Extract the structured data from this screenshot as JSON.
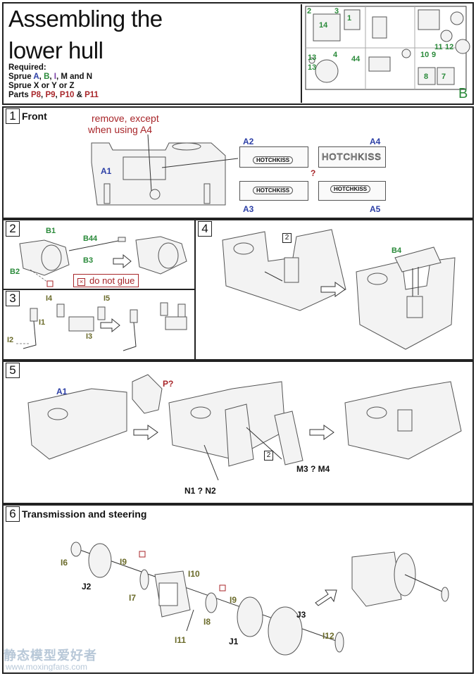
{
  "header": {
    "title_line1": "Assembling the",
    "title_line2": "lower hull",
    "required_heading": "Required:",
    "sprue_line1_prefix": "Sprue ",
    "sprue_line1_A": "A",
    "sprue_line1_sep1": ", ",
    "sprue_line1_B": "B",
    "sprue_line1_sep2": ", ",
    "sprue_line1_I": "I",
    "sprue_line1_rest": ", M and N",
    "sprue_line2": "Sprue X or Y or Z",
    "parts_prefix": "Parts ",
    "part_p8": "P8",
    "part_sep1": ", ",
    "part_p9": "P9",
    "part_sep2": ", ",
    "part_p10": "P10",
    "part_sep3": " & ",
    "part_p11": "P11"
  },
  "sprue_diagram": {
    "sprue_letter": "B",
    "part_numbers": [
      "2",
      "3",
      "1",
      "14",
      "13",
      "13",
      "4",
      "44",
      "10",
      "9",
      "11",
      "12",
      "8",
      "7"
    ]
  },
  "step1": {
    "number": "1",
    "title": "Front",
    "note": "remove, except when using A4",
    "note_line1": "remove, except",
    "note_line2": "when using A4",
    "labels": {
      "a1": "A1",
      "a2": "A2",
      "a3": "A3",
      "a4": "A4",
      "a5": "A5",
      "question": "?"
    },
    "plate_texts": {
      "a2": "HOTCHKISS",
      "a3": "HOTCHKISS",
      "a4": "HOTCHKISS",
      "a5": "HOTCHKISS"
    }
  },
  "step2": {
    "number": "2",
    "labels": {
      "b1": "B1",
      "b2": "B2",
      "b3": "B3",
      "b44": "B44"
    },
    "legend": "do not glue"
  },
  "step3": {
    "number": "3",
    "labels": {
      "i1": "I1",
      "i2": "I2",
      "i3": "I3",
      "i4": "I4",
      "i5": "I5"
    }
  },
  "step4": {
    "number": "4",
    "labels": {
      "b4": "B4",
      "ref": "2"
    }
  },
  "step5": {
    "number": "5",
    "labels": {
      "a1": "A1",
      "p": "P?",
      "ref": "2",
      "n": "N1 ? N2",
      "m": "M3 ? M4"
    }
  },
  "step6": {
    "number": "6",
    "title": "Transmission and steering",
    "labels": {
      "i6": "I6",
      "i7": "I7",
      "i8": "I8",
      "i9a": "I9",
      "i9b": "I9",
      "i10": "I10",
      "i11": "I11",
      "i12": "I12",
      "j1": "J1",
      "j2": "J2",
      "j3": "J3"
    }
  },
  "watermark": {
    "line1": "静态模型爱好者",
    "line2": "www.moxingfans.com"
  },
  "colors": {
    "green": "#2a8a3a",
    "blue": "#2c3fa6",
    "red": "#a8262a",
    "olive": "#6b6b2a"
  }
}
